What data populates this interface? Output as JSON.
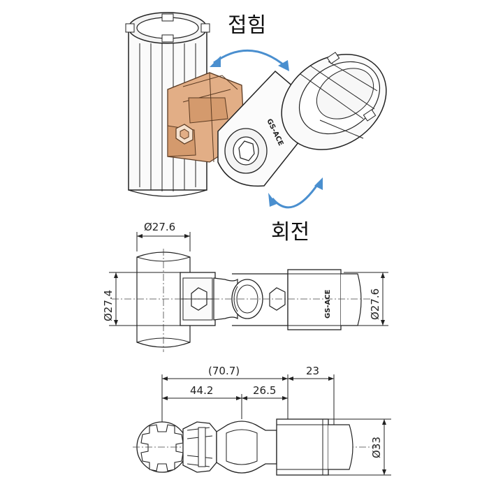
{
  "labels": {
    "fold": "접힘",
    "rotate": "회전"
  },
  "stamp": "GS-ACE",
  "dimensions": {
    "top_pipe_dia": "Ø27.6",
    "left_height": "Ø27.4",
    "right_pipe_dia": "Ø27.6",
    "overall": "(70.7)",
    "seg_a": "44.2",
    "seg_b": "26.5",
    "seg_c": "23",
    "body_dia": "Ø33"
  },
  "colors": {
    "bronze": "#e2ae86",
    "bronze_dark": "#b77e52",
    "arrow": "#4a8fcf",
    "line": "#222222"
  }
}
